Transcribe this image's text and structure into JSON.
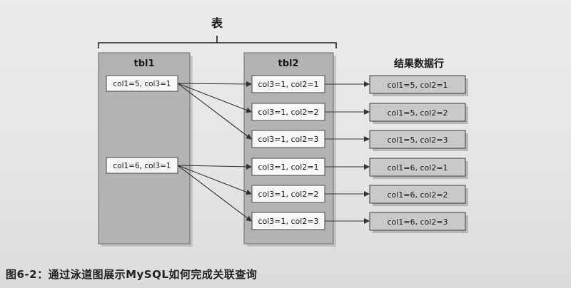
{
  "bracket_label": "表",
  "tbl1": {
    "title": "tbl1",
    "rows": [
      "col1=5, col3=1",
      "col1=6, col3=1"
    ]
  },
  "tbl2": {
    "title": "tbl2",
    "rows": [
      "col3=1, col2=1",
      "col3=1, col2=2",
      "col3=1, col2=3",
      "col3=1, col2=1",
      "col3=1, col2=2",
      "col3=1, col2=3"
    ]
  },
  "result": {
    "title": "结果数据行",
    "rows": [
      "col1=5, col2=1",
      "col1=5, col2=2",
      "col1=5, col2=3",
      "col1=6, col2=1",
      "col1=6, col2=2",
      "col1=6, col2=3"
    ]
  },
  "caption": "图6-2：通过泳道图展示MySQL如何完成关联查询",
  "colors": {
    "panel_fill": "#b3b3b3",
    "row_fill": "#f8f8f6",
    "result_fill": "#c9c9c9",
    "line": "#333333"
  }
}
